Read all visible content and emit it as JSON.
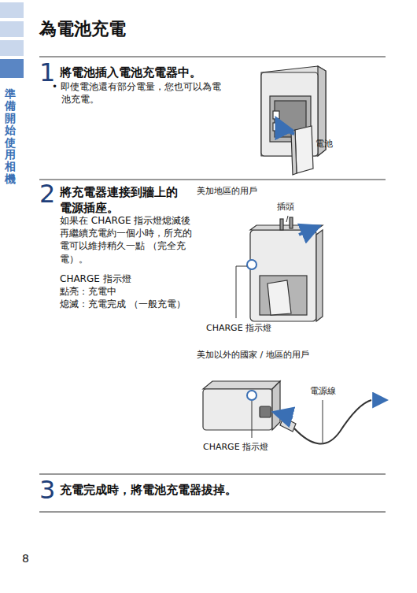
{
  "diagram": {
    "title": "為電池充電",
    "labels": [
      "準備開始使用相機",
      "1",
      "將電池插入電池充電器中。",
      "• 即使電池還有部分電量，您也可以為電池充電。",
      "電池",
      "2",
      "將充電器連接到牆上的電源插座。",
      "如果在 CHARGE 指示燈熄滅後再繼續充電約一個小時，所充的電可以維持稍久一點 （完全充電）。",
      "CHARGE 指示燈",
      "點亮：充電中",
      "熄滅：充電完成 （一般充電）",
      "美加地區的用戶",
      "插頭",
      "CHARGE 指示燈",
      "美加以外的國家 / 地區的用戶",
      "電源線",
      "CHARGE 指示燈",
      "3",
      "充電完成時，將電池充電器拔掉。",
      "8"
    ]
  }
}
